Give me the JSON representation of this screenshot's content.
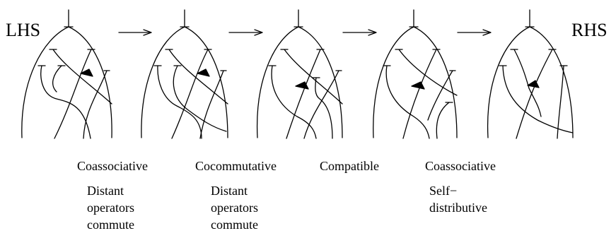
{
  "diagram": {
    "lhs_label": "LHS",
    "rhs_label": "RHS",
    "steps": [
      {
        "label": "Coassociative",
        "note": [
          "Distant",
          "operators",
          "commute"
        ]
      },
      {
        "label": "Cocommutative",
        "note": [
          "Distant",
          "operators",
          "commute"
        ]
      },
      {
        "label": "Compatible",
        "note": []
      },
      {
        "label": "Coassociative",
        "note": [
          "Self−",
          "distributive"
        ]
      }
    ]
  }
}
